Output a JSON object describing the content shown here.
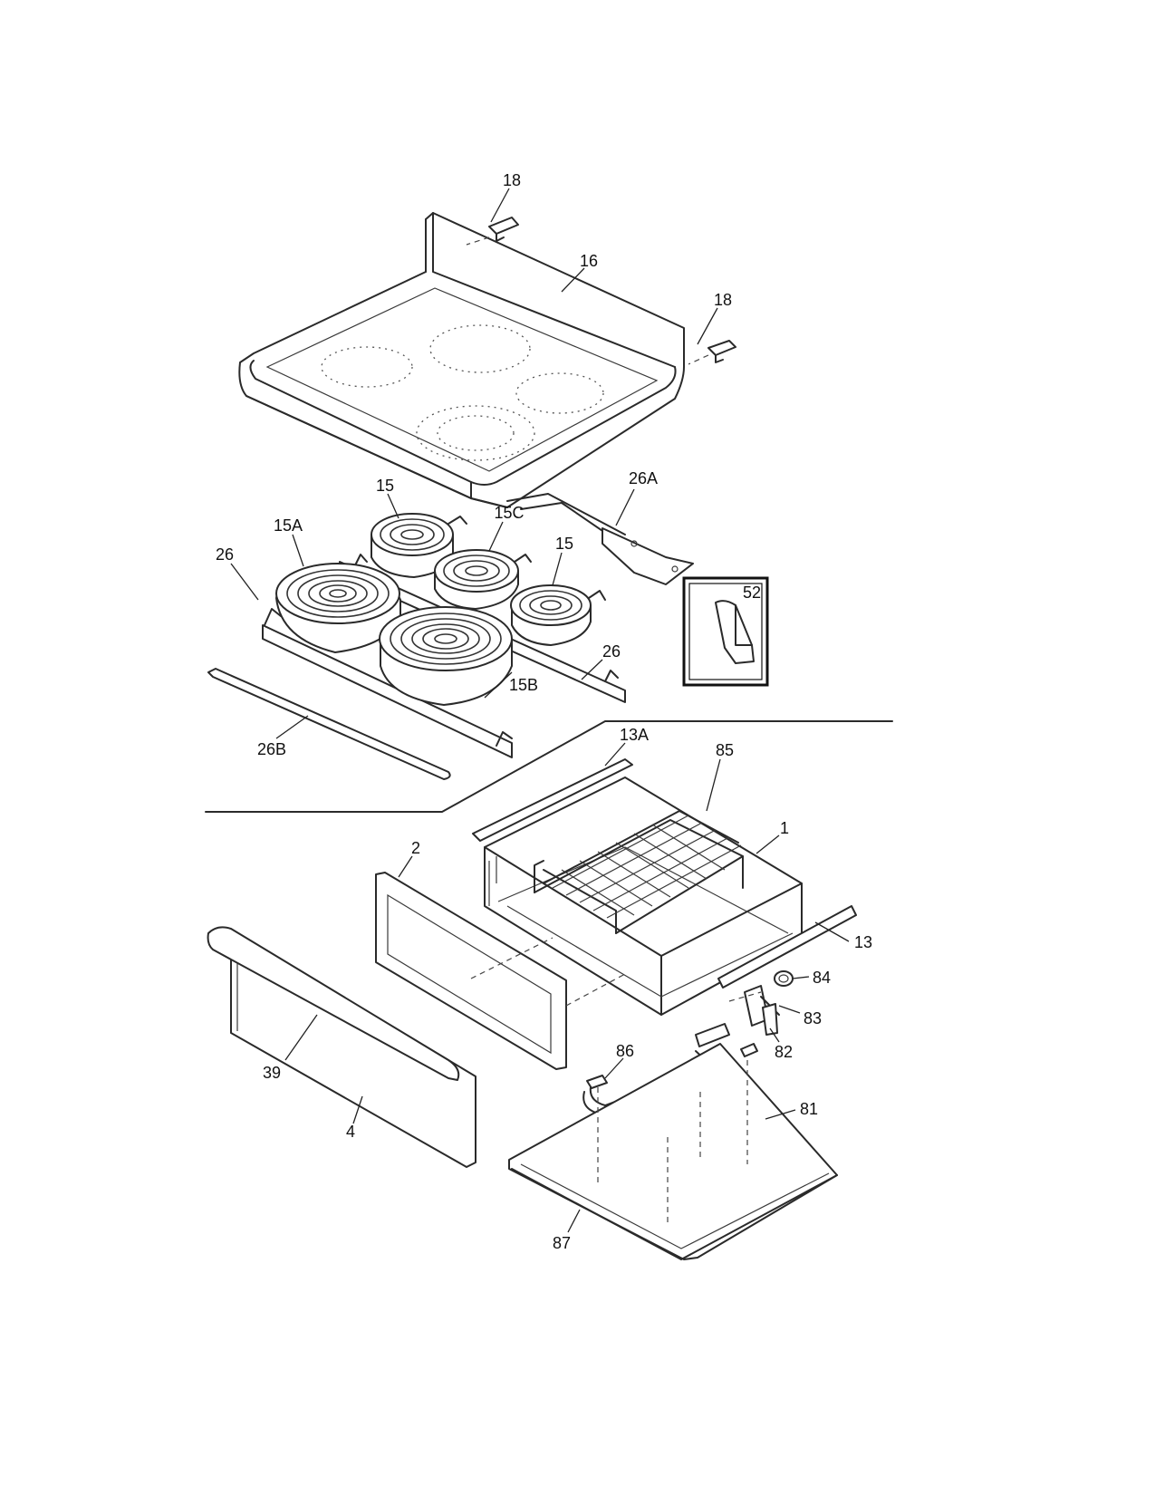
{
  "callouts": {
    "c18a": "18",
    "c16": "16",
    "c18b": "18",
    "c26A": "26A",
    "c15a": "15",
    "c15C": "15C",
    "c15A": "15A",
    "c15b": "15",
    "c26a": "26",
    "c52": "52",
    "c26b": "26",
    "c15B": "15B",
    "c26B": "26B",
    "c13A": "13A",
    "c85": "85",
    "c1": "1",
    "c2": "2",
    "c13": "13",
    "c84": "84",
    "c83": "83",
    "c82": "82",
    "c86": "86",
    "c81": "81",
    "c39": "39",
    "c4": "4",
    "c87": "87"
  },
  "colors": {
    "line": "#2a2a2a",
    "background": "#ffffff"
  }
}
